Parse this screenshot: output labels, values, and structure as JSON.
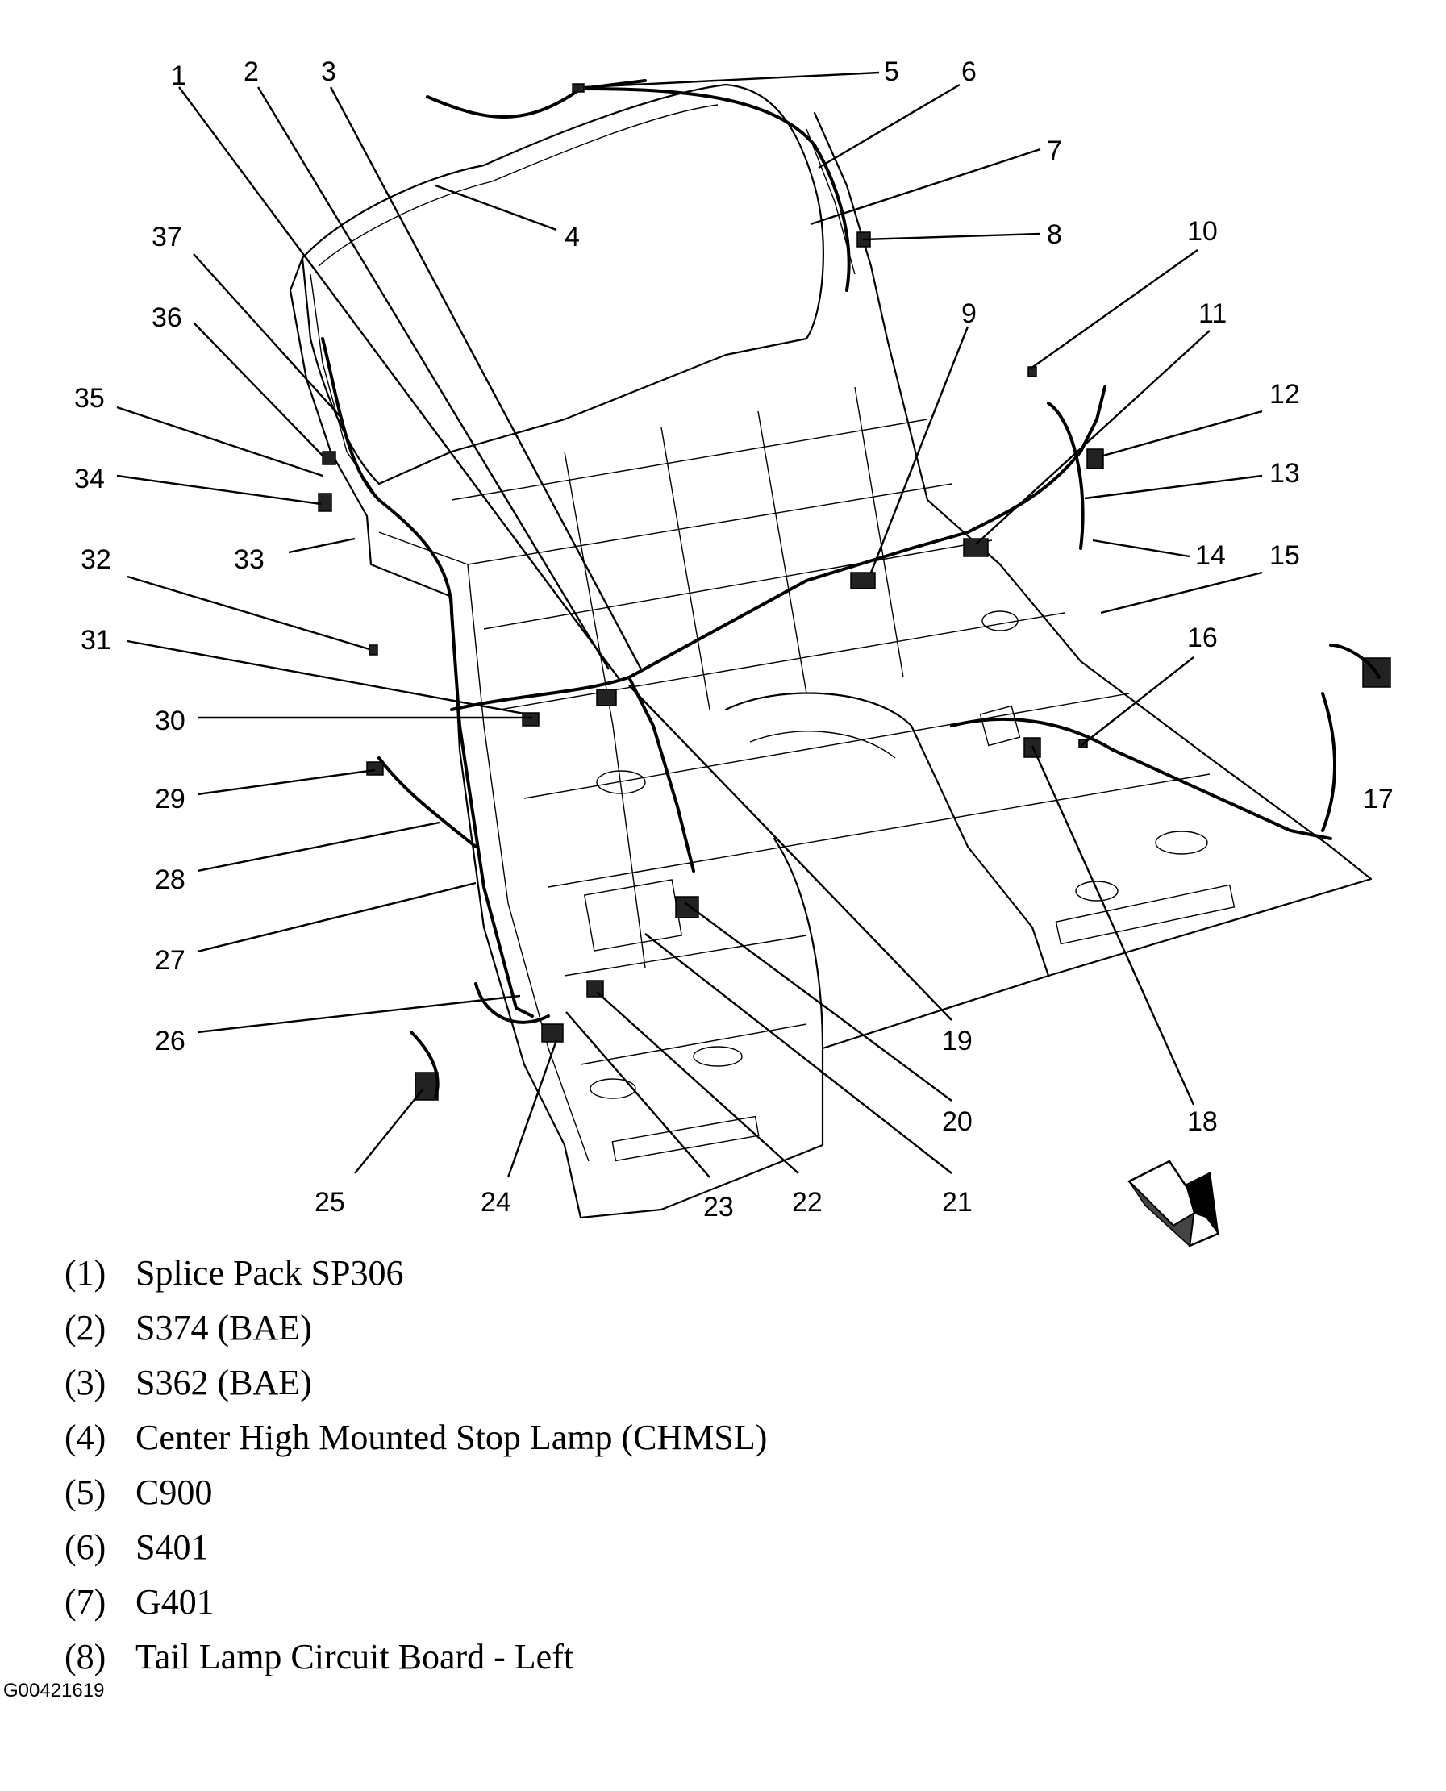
{
  "callouts": [
    "1",
    "2",
    "3",
    "4",
    "5",
    "6",
    "7",
    "8",
    "9",
    "10",
    "11",
    "12",
    "13",
    "14",
    "15",
    "16",
    "17",
    "18",
    "19",
    "20",
    "21",
    "22",
    "23",
    "24",
    "25",
    "26",
    "27",
    "28",
    "29",
    "30",
    "31",
    "32",
    "33",
    "34",
    "35",
    "36",
    "37"
  ],
  "legend": [
    {
      "num": "(1)",
      "text": "Splice Pack SP306"
    },
    {
      "num": "(2)",
      "text": "S374 (BAE)"
    },
    {
      "num": "(3)",
      "text": "S362 (BAE)"
    },
    {
      "num": "(4)",
      "text": "Center High Mounted Stop Lamp (CHMSL)"
    },
    {
      "num": "(5)",
      "text": "C900"
    },
    {
      "num": "(6)",
      "text": "S401"
    },
    {
      "num": "(7)",
      "text": "G401"
    },
    {
      "num": "(8)",
      "text": "Tail Lamp Circuit Board - Left"
    }
  ],
  "figure_id": "G00421619"
}
